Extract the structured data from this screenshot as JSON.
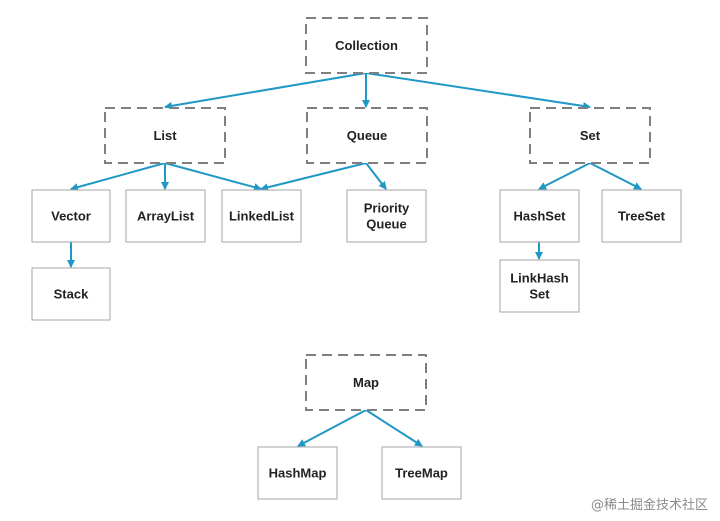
{
  "colors": {
    "edge": "#1f98c5",
    "dashed_border": "#7f7f7f",
    "solid_border": "#a6a6a6",
    "text": "#222222"
  },
  "nodes": [
    {
      "id": "collection",
      "lines": [
        "Collection"
      ],
      "style": "interface"
    },
    {
      "id": "list",
      "lines": [
        "List"
      ],
      "style": "interface"
    },
    {
      "id": "queue",
      "lines": [
        "Queue"
      ],
      "style": "interface"
    },
    {
      "id": "set",
      "lines": [
        "Set"
      ],
      "style": "interface"
    },
    {
      "id": "vector",
      "lines": [
        "Vector"
      ],
      "style": "class"
    },
    {
      "id": "arraylist",
      "lines": [
        "ArrayList"
      ],
      "style": "class"
    },
    {
      "id": "linkedlist",
      "lines": [
        "LinkedList"
      ],
      "style": "class"
    },
    {
      "id": "priorityqueue",
      "lines": [
        "Priority",
        "Queue"
      ],
      "style": "class"
    },
    {
      "id": "stack",
      "lines": [
        "Stack"
      ],
      "style": "class"
    },
    {
      "id": "hashset",
      "lines": [
        "HashSet"
      ],
      "style": "class"
    },
    {
      "id": "treeset",
      "lines": [
        "TreeSet"
      ],
      "style": "class"
    },
    {
      "id": "linkhashset",
      "lines": [
        "LinkHash",
        "Set"
      ],
      "style": "class"
    },
    {
      "id": "map",
      "lines": [
        "Map"
      ],
      "style": "interface"
    },
    {
      "id": "hashmap",
      "lines": [
        "HashMap"
      ],
      "style": "class"
    },
    {
      "id": "treemap",
      "lines": [
        "TreeMap"
      ],
      "style": "class"
    }
  ],
  "edges": [
    {
      "from": "collection",
      "to": "list"
    },
    {
      "from": "collection",
      "to": "queue"
    },
    {
      "from": "collection",
      "to": "set"
    },
    {
      "from": "list",
      "to": "vector"
    },
    {
      "from": "list",
      "to": "arraylist"
    },
    {
      "from": "list",
      "to": "linkedlist"
    },
    {
      "from": "queue",
      "to": "linkedlist"
    },
    {
      "from": "queue",
      "to": "priorityqueue"
    },
    {
      "from": "vector",
      "to": "stack"
    },
    {
      "from": "set",
      "to": "hashset"
    },
    {
      "from": "set",
      "to": "treeset"
    },
    {
      "from": "hashset",
      "to": "linkhashset"
    },
    {
      "from": "map",
      "to": "hashmap"
    },
    {
      "from": "map",
      "to": "treemap"
    }
  ],
  "watermark": "@稀土掘金技术社区"
}
